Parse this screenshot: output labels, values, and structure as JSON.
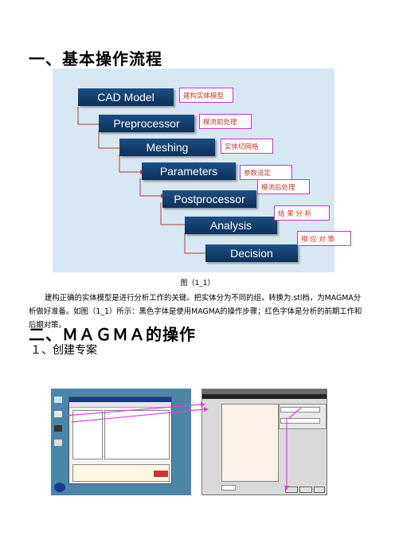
{
  "heading1": "一、基本操作流程",
  "steps": [
    "CAD Model",
    "Preprocessor",
    "Meshing",
    "Parameters",
    "Postprocessor",
    "Analysis",
    "Decision"
  ],
  "notes": [
    "建构实体模型",
    "模流前处理",
    "实体切网格",
    "参数设定",
    "模流后处理",
    "结 果 分 析",
    "相 应 对 策"
  ],
  "caption": "图（1_1）",
  "paragraph": "建构正确的实体模型是进行分析工作的关键。把实体分为不同的组，转换为.stl档，为MAGMA分析做好准备。如图（1_1）所示：黑色字体是使用MAGMA的操作步骤；红色字体是分析的前期工作和后期对策。",
  "heading2": "二、ＭＡＧＭＡ的操作",
  "subheading": "１、创建专案",
  "colors": {
    "step": "#1d4f82",
    "note_text": "#c0392b",
    "note_border": "#cc33cc",
    "arrow": "#c0392b",
    "diagram_bg": "#d7e8f3"
  }
}
